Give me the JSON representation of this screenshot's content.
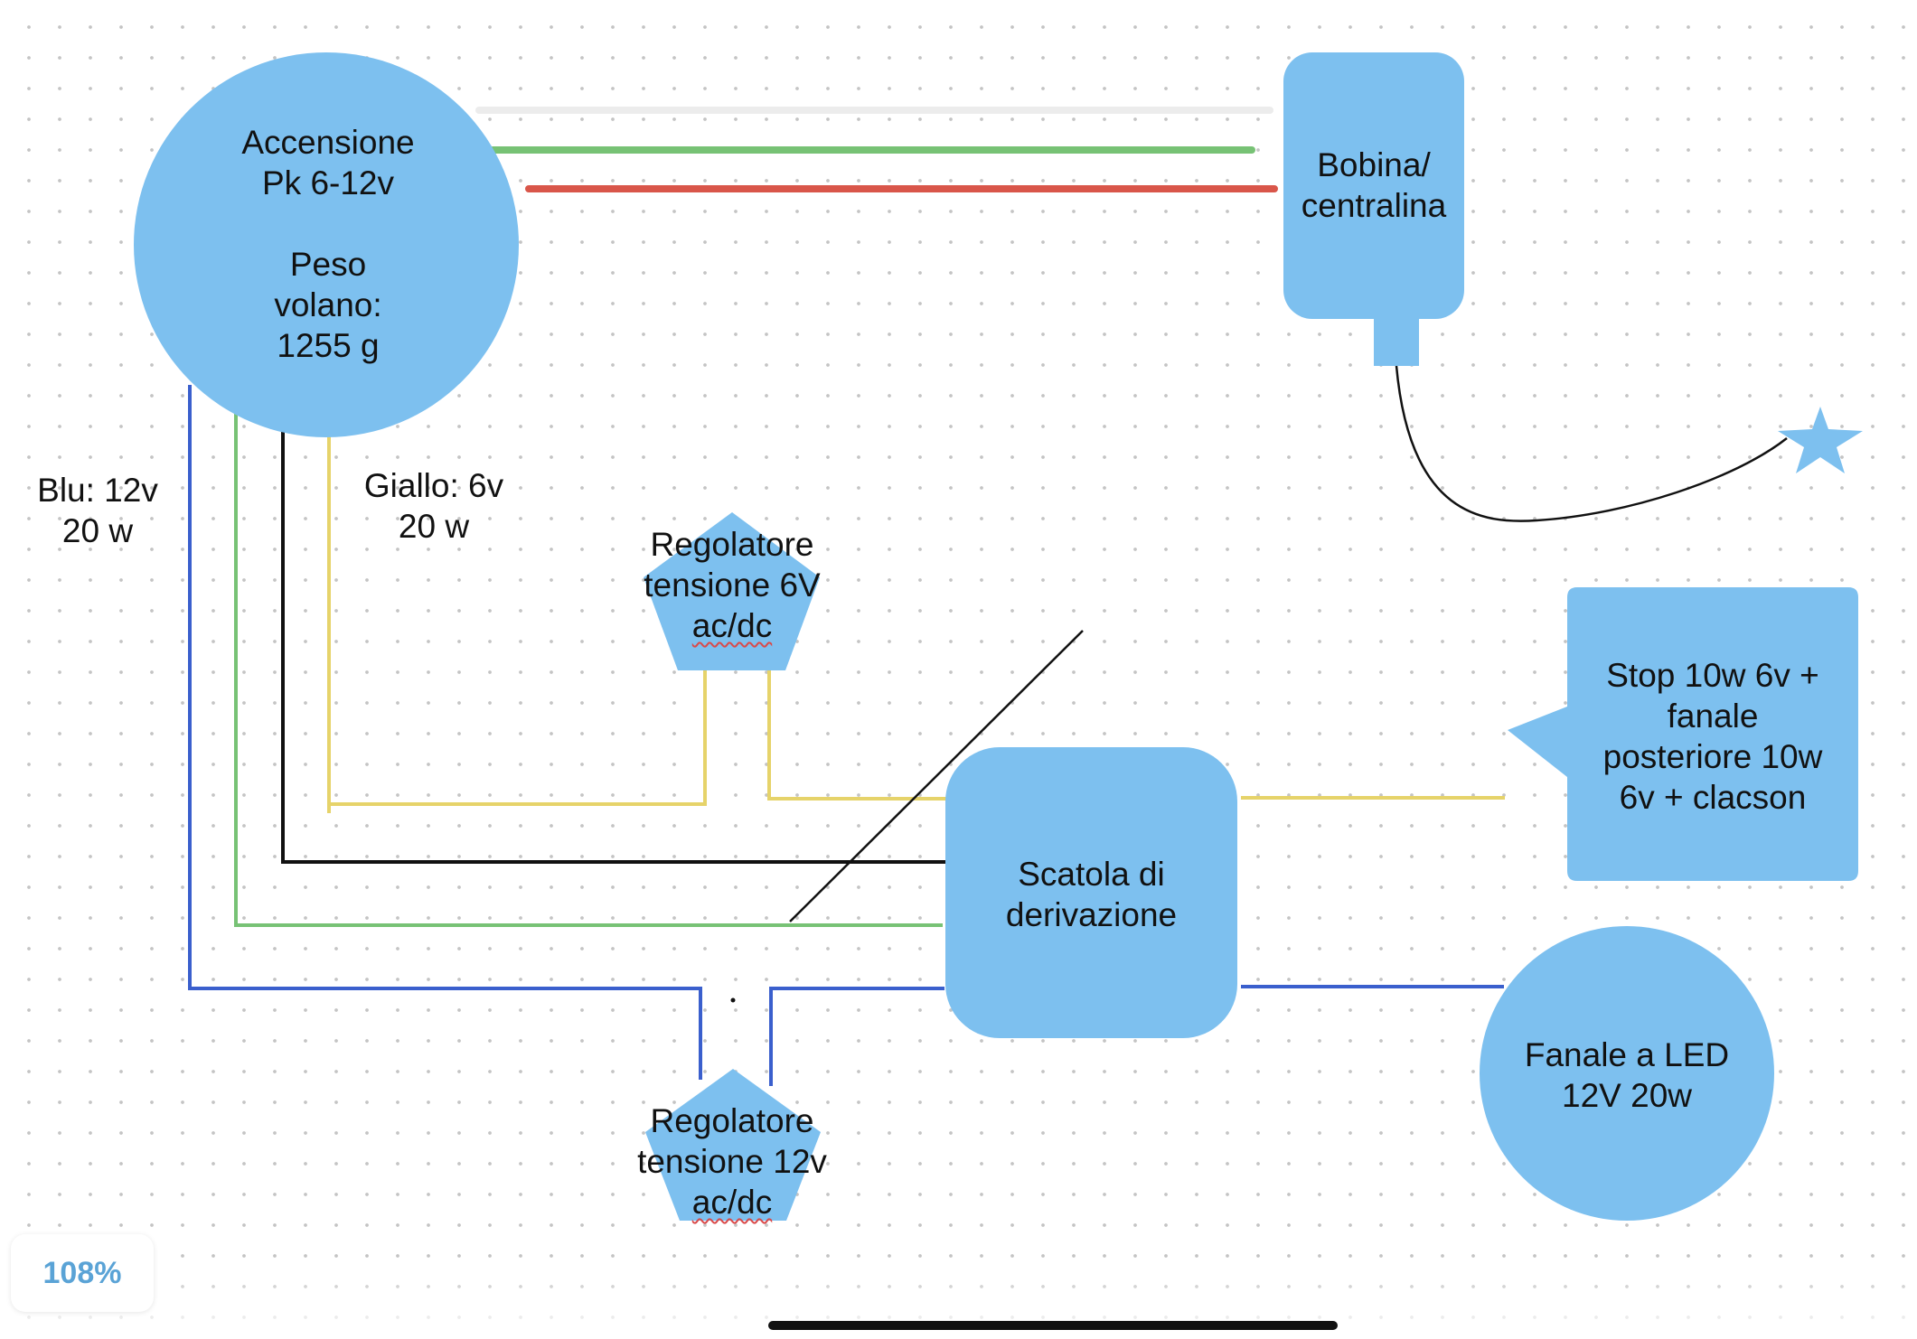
{
  "diagram": {
    "nodes": {
      "accensione": {
        "text": "Accensione\nPk 6-12v\n\nPeso\nvolano:\n1255 g",
        "shape": "circle"
      },
      "bobina": {
        "text": "Bobina/\ncentralina",
        "shape": "rounded-rectangle"
      },
      "regolatore_6v": {
        "line1": "Regolatore",
        "line2": "tensione 6V",
        "line3": "ac/dc",
        "shape": "pentagon"
      },
      "regolatore_12v": {
        "line1": "Regolatore",
        "line2": "tensione 12v",
        "line3": "ac/dc",
        "shape": "pentagon"
      },
      "scatola": {
        "text": "Scatola di\nderivazione",
        "shape": "rounded-rectangle"
      },
      "stop": {
        "text": "Stop 10w 6v +\nfanale\nposteriore 10w\n6v + clacson",
        "shape": "speech-bubble"
      },
      "fanale_led": {
        "text": "Fanale a LED\n12V 20w",
        "shape": "circle"
      },
      "star": {
        "shape": "star"
      }
    },
    "labels": {
      "blu": "Blu: 12v\n20 w",
      "giallo": "Giallo: 6v\n20 w"
    },
    "wire_colors": {
      "blue": "#3a5fcd",
      "green": "#77c275",
      "black": "#111111",
      "yellow": "#e6d36a",
      "red": "#d9564a",
      "white": "#ececec"
    },
    "shape_fill": "#7dc0ef"
  },
  "zoom": {
    "label": "108%"
  }
}
